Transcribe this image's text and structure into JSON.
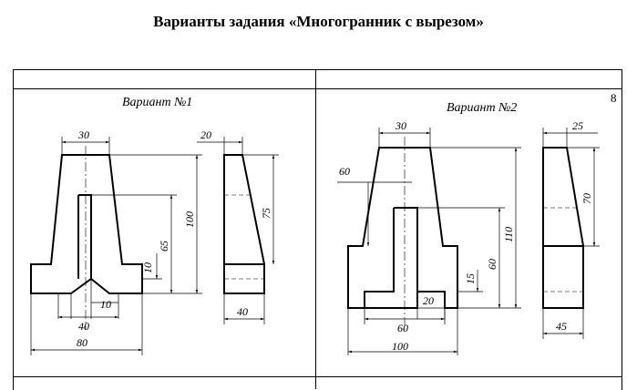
{
  "document": {
    "title": "Варианты задания «Многогранник с вырезом»",
    "page_number": "8"
  },
  "variant1": {
    "title": "Вариант №1",
    "dims": {
      "top_width": "30",
      "side_top": "20",
      "height_total": "100",
      "slot_height": "65",
      "side_height": "75",
      "ledge": "10",
      "notch": "10",
      "slot_width": "40",
      "base_width": "80",
      "side_base": "40"
    }
  },
  "variant2": {
    "title": "Вариант №2",
    "dims": {
      "top_width": "30",
      "offset": "60",
      "side_top": "25",
      "side_height": "70",
      "height_total": "110",
      "slot_height": "60",
      "step": "15",
      "step_width": "20",
      "slot_width": "60",
      "base_width": "100",
      "side_base": "45"
    }
  }
}
